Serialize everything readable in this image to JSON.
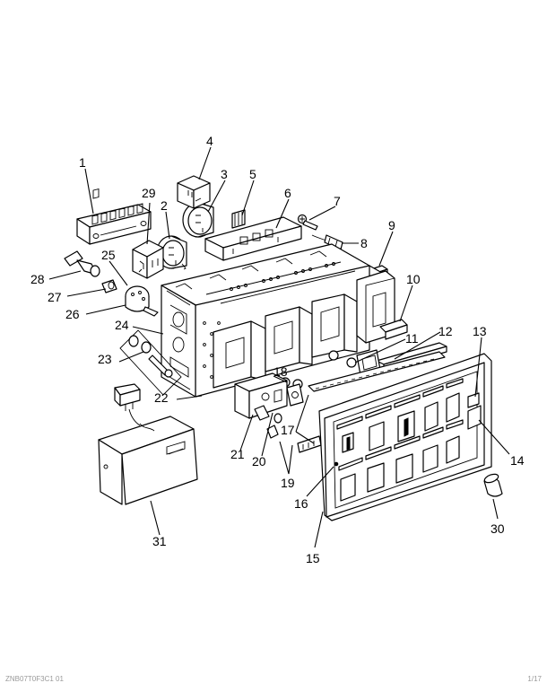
{
  "callouts": [
    "1",
    "2",
    "3",
    "4",
    "5",
    "6",
    "7",
    "8",
    "9",
    "10",
    "11",
    "12",
    "13",
    "14",
    "15",
    "16",
    "17",
    "18",
    "19",
    "20",
    "21",
    "22",
    "23",
    "24",
    "25",
    "26",
    "27",
    "28",
    "29",
    "30",
    "31"
  ],
  "footer": {
    "left": "ZNB07T0F3C1 01",
    "right": "1/17"
  }
}
